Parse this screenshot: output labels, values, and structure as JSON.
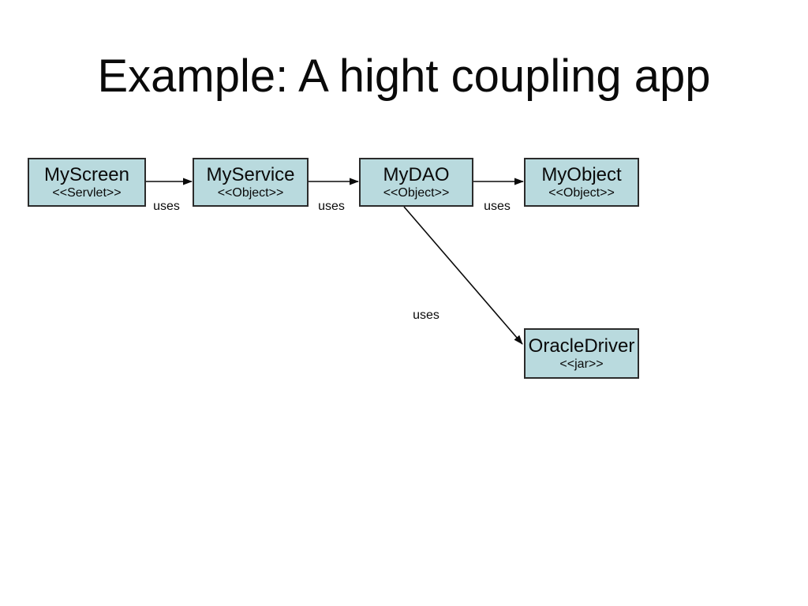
{
  "slide": {
    "title": "Example: A hight coupling app",
    "background_color": "#ffffff",
    "node_fill_color": "#b9dade",
    "node_border_color": "#2b2b2b",
    "text_color": "#0a0a0a"
  },
  "diagram": {
    "nodes": [
      {
        "id": "myscreen",
        "name": "MyScreen",
        "stereotype": "<<Servlet>>"
      },
      {
        "id": "myservice",
        "name": "MyService",
        "stereotype": "<<Object>>"
      },
      {
        "id": "mydao",
        "name": "MyDAO",
        "stereotype": "<<Object>>"
      },
      {
        "id": "myobject",
        "name": "MyObject",
        "stereotype": "<<Object>>"
      },
      {
        "id": "oracledriver",
        "name": "OracleDriver",
        "stereotype": "<<jar>>"
      }
    ],
    "edges": [
      {
        "from": "MyScreen",
        "to": "MyService",
        "label": "uses"
      },
      {
        "from": "MyService",
        "to": "MyDAO",
        "label": "uses"
      },
      {
        "from": "MyDAO",
        "to": "MyObject",
        "label": "uses"
      },
      {
        "from": "MyDAO",
        "to": "OracleDriver",
        "label": "uses"
      }
    ]
  }
}
